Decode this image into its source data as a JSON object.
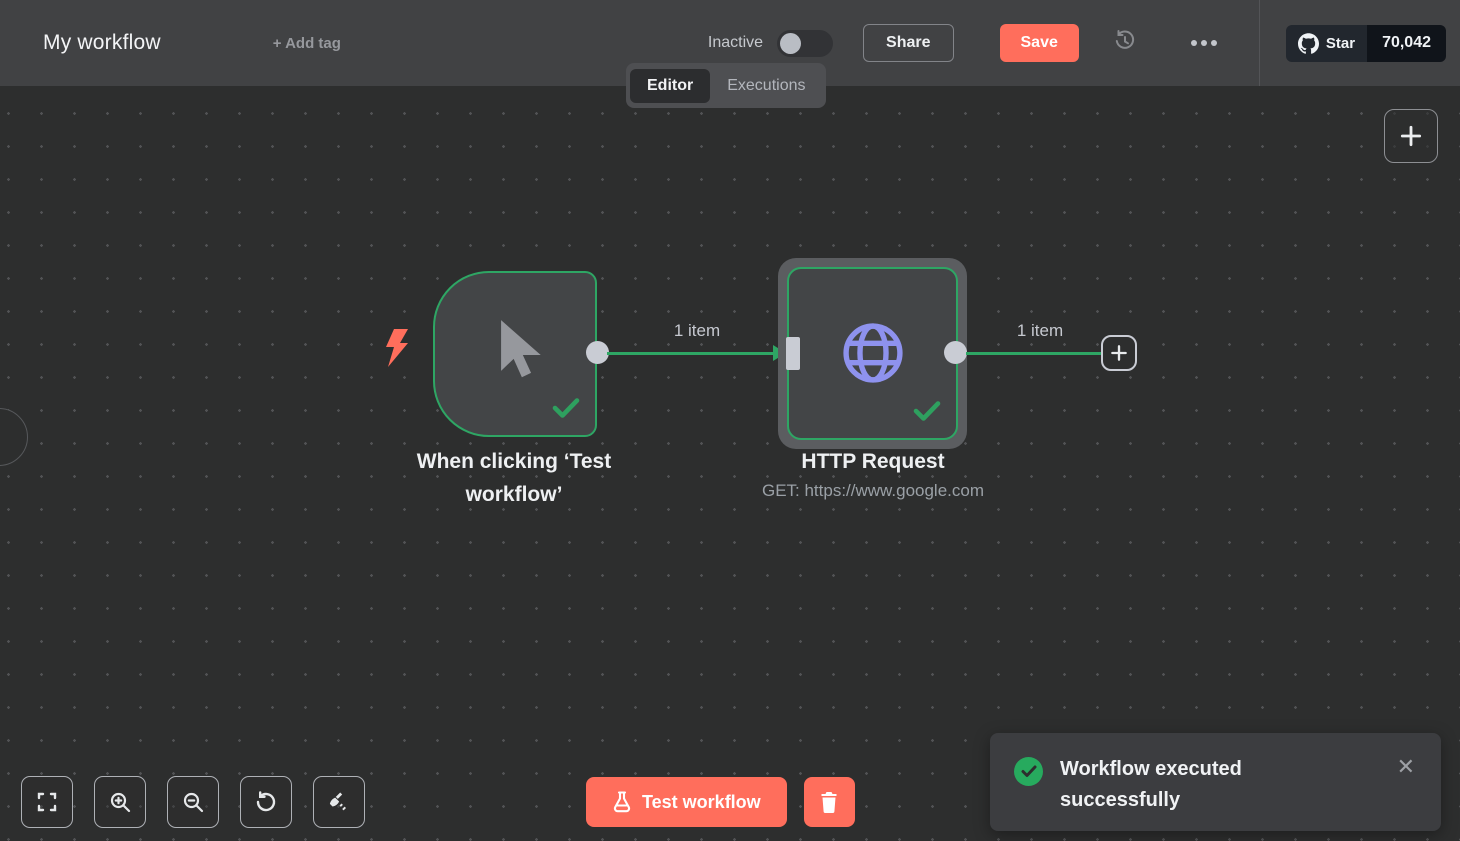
{
  "header": {
    "title": "My workflow",
    "add_tag_label": "+ Add tag",
    "activation_label": "Inactive",
    "activation_state": "off",
    "share_label": "Share",
    "save_label": "Save",
    "github_star": {
      "label": "Star",
      "count": "70,042"
    }
  },
  "tabs": [
    {
      "label": "Editor",
      "active": true
    },
    {
      "label": "Executions",
      "active": false
    }
  ],
  "canvas": {
    "nodes": [
      {
        "title": "When clicking ‘Test workflow’",
        "type": "manual-trigger",
        "icon": "mouse-cursor-icon",
        "status": "success"
      },
      {
        "title": "HTTP Request",
        "subtitle": "GET: https://www.google.com",
        "type": "http-request",
        "icon": "globe-icon",
        "status": "success",
        "selected": true
      }
    ],
    "connections": [
      {
        "label": "1 item"
      },
      {
        "label": "1 item"
      }
    ]
  },
  "toolbar_icons": [
    "fit-view-icon",
    "zoom-in-icon",
    "zoom-out-icon",
    "reset-zoom-icon",
    "tidy-up-icon"
  ],
  "controls": {
    "test_workflow_label": "Test workflow"
  },
  "toast": {
    "message": "Workflow executed successfully"
  },
  "colors": {
    "accent_orange": "#ff6e5c",
    "success_green": "#2ea664",
    "node_purple": "#8e92ee",
    "header_bg": "#414244",
    "canvas_bg": "#2d2e2e"
  }
}
